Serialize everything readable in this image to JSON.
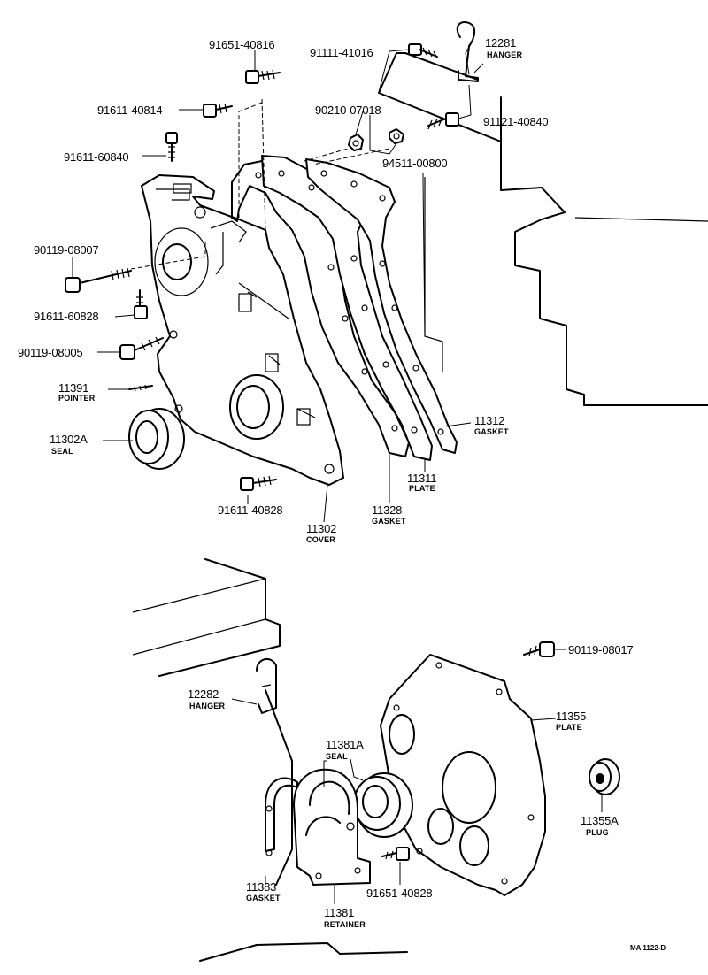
{
  "parts": {
    "p91651_40816": {
      "num": "91651-40816"
    },
    "p91111_41016": {
      "num": "91111-41016"
    },
    "p12281": {
      "num": "12281",
      "name": "HANGER"
    },
    "p91611_40814": {
      "num": "91611-40814"
    },
    "p90210_07018": {
      "num": "90210-07018"
    },
    "p91121_40840": {
      "num": "91121-40840"
    },
    "p91611_60840": {
      "num": "91611-60840"
    },
    "p94511_00800": {
      "num": "94511-00800"
    },
    "p90119_08007": {
      "num": "90119-08007"
    },
    "p91611_60828": {
      "num": "91611-60828"
    },
    "p90119_08005": {
      "num": "90119-08005"
    },
    "p11391": {
      "num": "11391",
      "name": "POINTER"
    },
    "p11302A": {
      "num": "11302A",
      "name": "SEAL"
    },
    "p11312": {
      "num": "11312",
      "name": "GASKET"
    },
    "p11311": {
      "num": "11311",
      "name": "PLATE"
    },
    "p91611_40828": {
      "num": "91611-40828"
    },
    "p11328": {
      "num": "11328",
      "name": "GASKET"
    },
    "p11302": {
      "num": "11302",
      "name": "COVER"
    },
    "p90119_08017": {
      "num": "90119-08017"
    },
    "p12282": {
      "num": "12282",
      "name": "HANGER"
    },
    "p11355": {
      "num": "11355",
      "name": "PLATE"
    },
    "p11381A": {
      "num": "11381A",
      "name": "SEAL"
    },
    "p11355A": {
      "num": "11355A",
      "name": "PLUG"
    },
    "p11383": {
      "num": "11383",
      "name": "GASKET"
    },
    "p91651_40828": {
      "num": "91651-40828"
    },
    "p11381": {
      "num": "11381",
      "name": "RETAINER"
    }
  },
  "footer": {
    "code": "MA 1122-D"
  }
}
